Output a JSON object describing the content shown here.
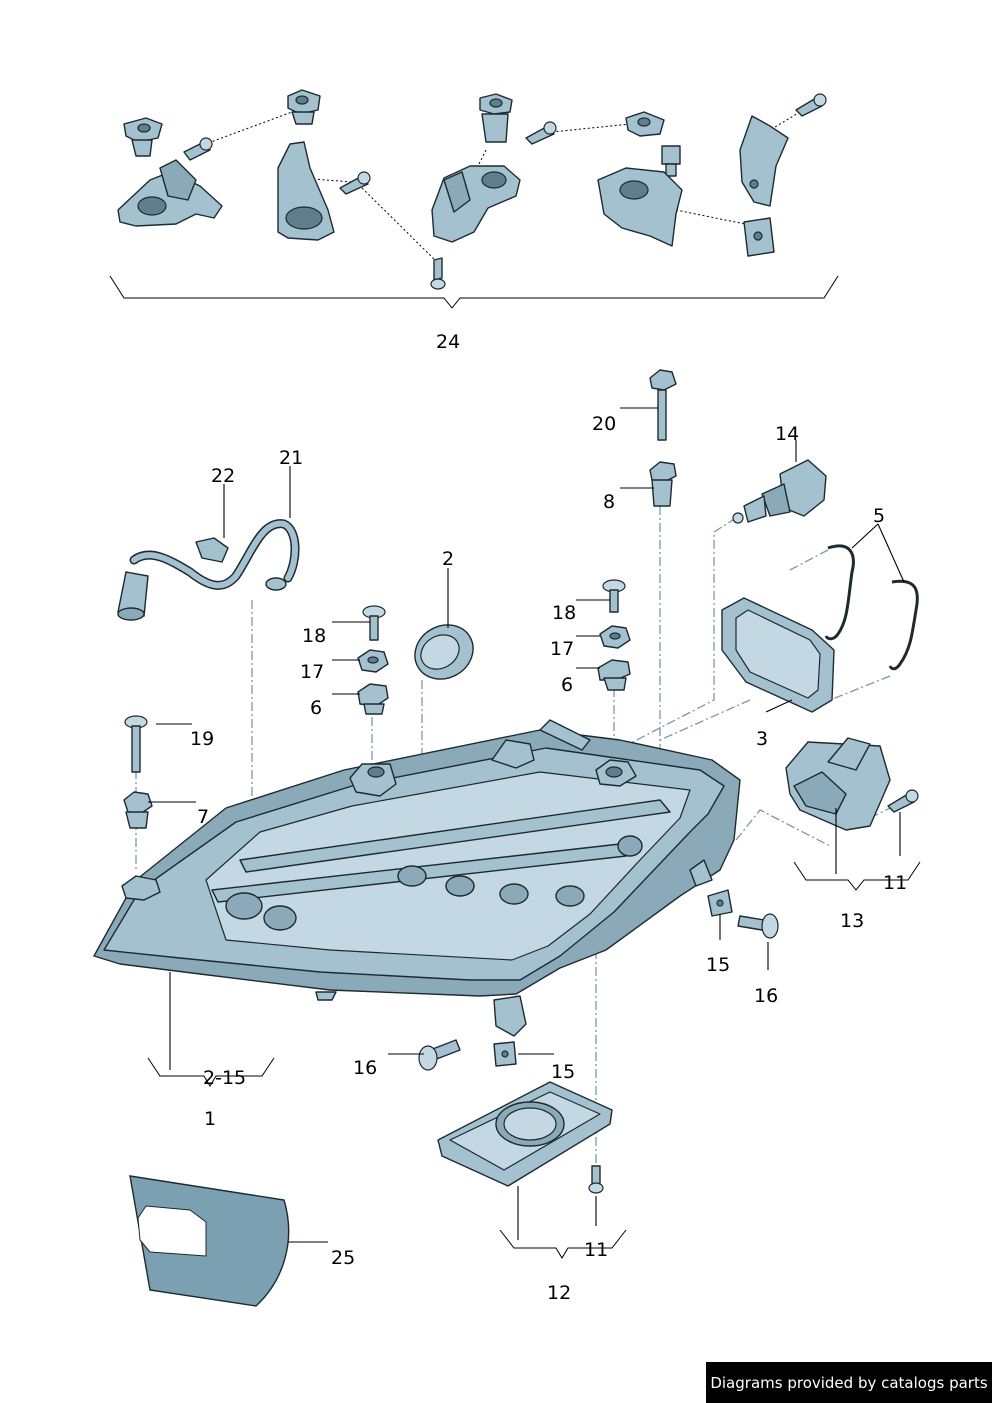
{
  "diagram": {
    "labels": {
      "l24": "24",
      "l20": "20",
      "l14": "14",
      "l22": "22",
      "l21": "21",
      "l8": "8",
      "l5": "5",
      "l2": "2",
      "l18a": "18",
      "l18b": "18",
      "l17a": "17",
      "l17b": "17",
      "l6a": "6",
      "l6b": "6",
      "l19": "19",
      "l7": "7",
      "l3": "3",
      "l11a": "11",
      "l13": "13",
      "l15a": "15",
      "l16a": "16",
      "l16b": "16",
      "l15b": "15",
      "lrange": "2-15",
      "l1": "1",
      "l11b": "11",
      "l12": "12",
      "l25": "25"
    }
  },
  "footer": {
    "text": "Diagrams provided by catalogs parts"
  }
}
